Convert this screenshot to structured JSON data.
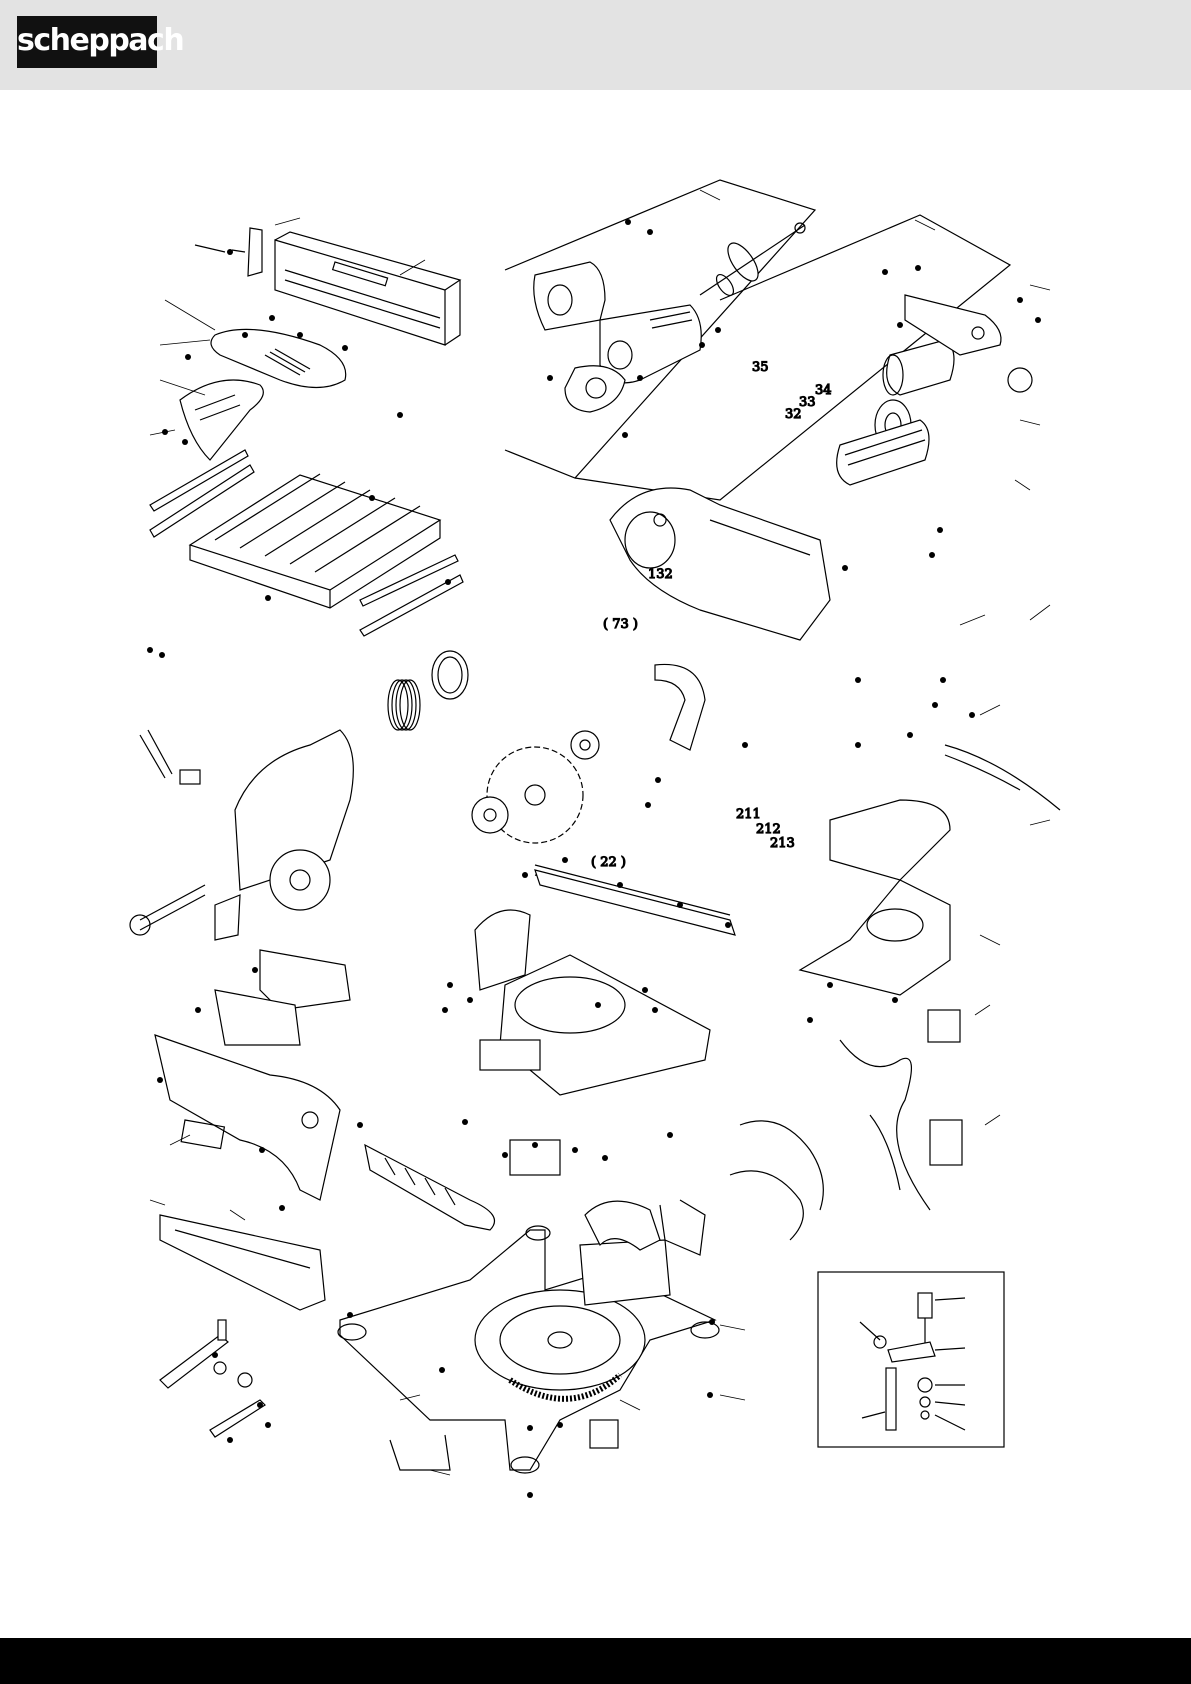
{
  "header": {
    "brand": "scheppach",
    "background": "#e3e3e3"
  },
  "footer": {
    "background": "#000000"
  },
  "callouts": {
    "c35": "35",
    "c33": "33",
    "c34": "34",
    "c32": "32",
    "c132": "132",
    "c73": "( 73 )",
    "c22": "( 22 )",
    "c211": "211",
    "c212": "212",
    "c213": "213"
  }
}
